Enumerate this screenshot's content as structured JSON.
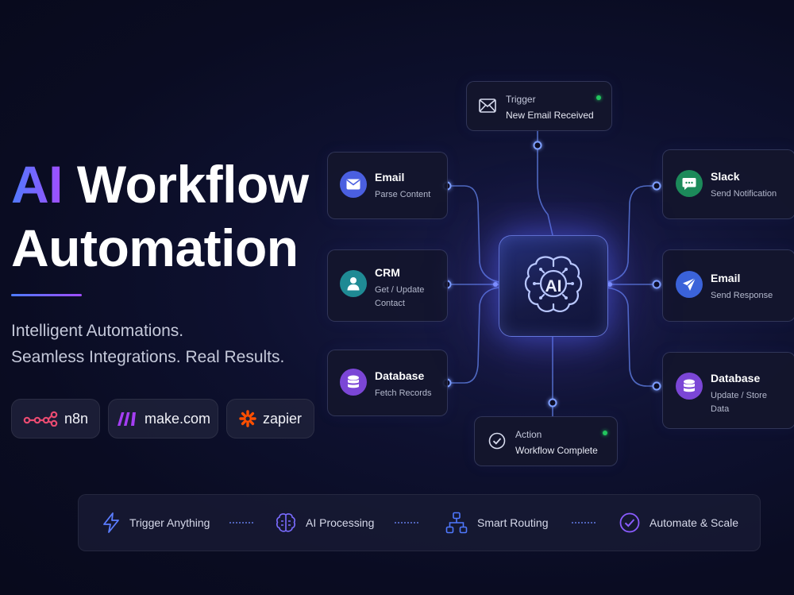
{
  "hero": {
    "title_ai": "AI",
    "title_rest": "Workflow",
    "title_line2": "Automation",
    "subtitle_line1": "Intelligent Automations.",
    "subtitle_line2": "Seamless Integrations. Real Results."
  },
  "platforms": [
    {
      "label": "n8n",
      "icon": "n8n-logo-icon",
      "color": "#ea4b71"
    },
    {
      "label": "make.com",
      "icon": "make-logo-icon",
      "color": "#a53ef4"
    },
    {
      "label": "zapier",
      "icon": "zapier-logo-icon",
      "color": "#ff4f00"
    }
  ],
  "hub": {
    "label": "AI",
    "icon": "brain-icon"
  },
  "nodes": {
    "trigger": {
      "title": "Trigger",
      "sub": "New Email Received",
      "icon": "mail-icon"
    },
    "email_in": {
      "title": "Email",
      "sub": "Parse Content",
      "icon": "mail-icon"
    },
    "crm": {
      "title": "CRM",
      "sub1": "Get / Update",
      "sub2": "Contact",
      "icon": "user-icon"
    },
    "db_in": {
      "title": "Database",
      "sub": "Fetch Records",
      "icon": "database-icon"
    },
    "slack": {
      "title": "Slack",
      "sub": "Send Notification",
      "icon": "chat-icon"
    },
    "email_out": {
      "title": "Email",
      "sub": "Send Response",
      "icon": "send-icon"
    },
    "db_out": {
      "title": "Database",
      "sub1": "Update / Store",
      "sub2": "Data",
      "icon": "database-icon"
    },
    "action": {
      "title": "Action",
      "sub": "Workflow Complete",
      "icon": "check-circle-icon"
    }
  },
  "features": [
    {
      "label": "Trigger Anything",
      "icon": "lightning-icon"
    },
    {
      "label": "AI Processing",
      "icon": "brain-icon"
    },
    {
      "label": "Smart Routing",
      "icon": "routing-icon"
    },
    {
      "label": "Automate & Scale",
      "icon": "check-circle-icon"
    }
  ],
  "colors": {
    "background": "#0a0c22",
    "accent_blue": "#4f7bff",
    "accent_purple": "#a24dff",
    "wire": "#5a78d8",
    "status_green": "#22c55e",
    "email_icon": "#4a5fe0",
    "crm_icon": "#1f8a94",
    "database_icon": "#7b46d6",
    "slack_icon": "#1c8a5a",
    "send_icon": "#3b63d9"
  }
}
